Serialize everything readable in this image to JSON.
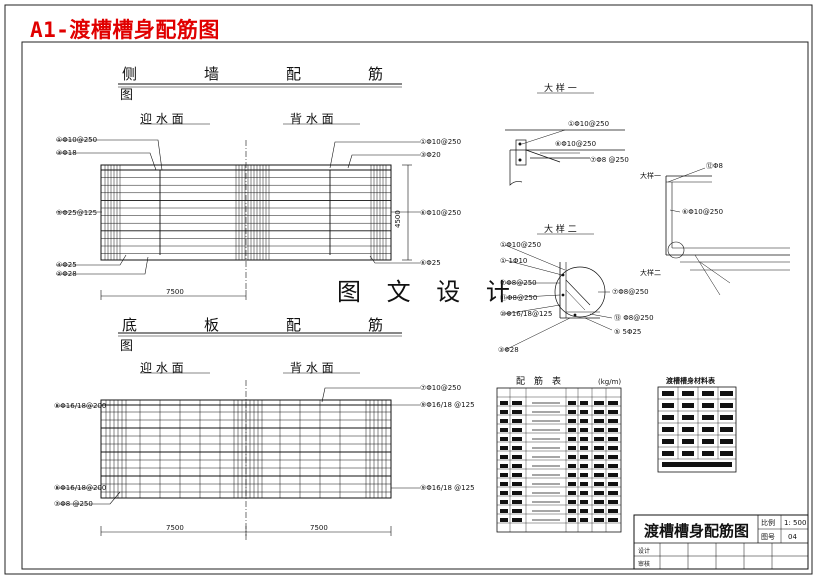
{
  "title": "A1-渡槽槽身配筋图",
  "watermark": "图 文 设 计",
  "side_wall": {
    "heading": "侧　墙　配　筋",
    "heading_tail": "图",
    "upstream": "迎 水 面",
    "downstream": "背 水 面",
    "labels_left": [
      "①Φ10@250",
      "③Φ18",
      "⑤Φ25@125",
      "④Φ25",
      "②Φ28"
    ],
    "labels_right": [
      "①Φ10@250",
      "③Φ20",
      "⑥Φ10@250",
      "⑥Φ25"
    ],
    "dim_width": "7500",
    "dim_height": "4500"
  },
  "bottom_slab": {
    "heading": "底　板　配　筋",
    "heading_tail": "图",
    "upstream": "迎 水 面",
    "downstream": "背 水 面",
    "labels_left": [
      "⑧Φ16/18@200",
      "⑧Φ16/18@200",
      "⑦Φ8 @250"
    ],
    "labels_right": [
      "⑦Φ10@250",
      "⑨Φ16/18 @125",
      "⑨Φ16/18 @125"
    ],
    "dim_left": "7500",
    "dim_right": "7500"
  },
  "detail_one": {
    "heading": "大 样 一",
    "labels": [
      "①Φ10@250",
      "⑥Φ10@250",
      "⑦Φ8 @250"
    ]
  },
  "detail_two": {
    "heading": "大 样 二",
    "labels": [
      "①Φ10@250",
      "①  1Φ10",
      "⑦Φ8@250",
      "⑪Φ8@250",
      "⑩Φ16/18@125",
      "⑦Φ8@250",
      "⑬ Φ8@250",
      "⑤ 5Φ25",
      "③Φ28"
    ]
  },
  "section": {
    "labels": [
      "⑫Φ8",
      "大样一",
      "⑥Φ10@250",
      "大样二"
    ]
  },
  "rebar_table": {
    "heading": "配　筋　表",
    "unit": "(kg/m)"
  },
  "materials_table": {
    "heading": "渡槽槽身材料表"
  },
  "title_block": {
    "drawing_title": "渡槽槽身配筋图",
    "scale_label": "比例",
    "scale_value": "1: 500",
    "sheet_label": "图号",
    "sheet_value": "04",
    "design_label": "设计",
    "check_label": "审核"
  }
}
